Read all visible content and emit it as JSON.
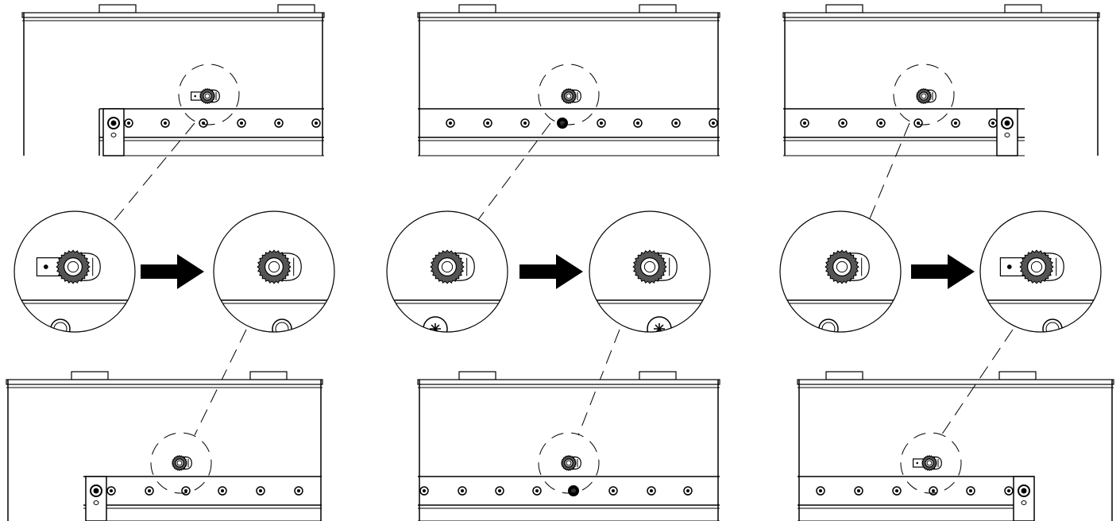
{
  "figure": {
    "panels": [
      {
        "id": "left",
        "top_cabinet": {
          "lug": "washer-with-tab"
        },
        "callout_before": {
          "lug": "washer-with-tab",
          "lower_hole": "empty"
        },
        "callout_after": {
          "lug": "plain-washer",
          "lower_hole": "empty"
        },
        "bottom_cabinet": {
          "lug": "plain-washer"
        }
      },
      {
        "id": "center",
        "top_cabinet": {
          "lug": "plain-washer"
        },
        "callout_before": {
          "lug": "plain-washer",
          "lower_hole": "screw"
        },
        "callout_after": {
          "lug": "plain-washer",
          "lower_hole": "screw"
        },
        "bottom_cabinet": {
          "lug": "plain-washer"
        }
      },
      {
        "id": "right",
        "top_cabinet": {
          "lug": "plain-washer"
        },
        "callout_before": {
          "lug": "plain-washer",
          "lower_hole": "empty"
        },
        "callout_after": {
          "lug": "washer-with-tab",
          "lower_hole": "empty"
        },
        "bottom_cabinet": {
          "lug": "washer-with-tab"
        }
      }
    ],
    "arrow_icon": "right-arrow-icon",
    "colors": {
      "line": "#000000",
      "fill": "#ffffff",
      "washer": "#555555",
      "arrow": "#000000"
    }
  }
}
